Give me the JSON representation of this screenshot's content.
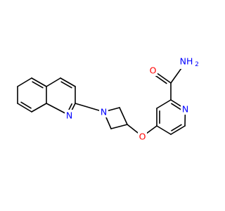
{
  "atoms": {
    "n_quinoline": {
      "label": "N",
      "color": "#0000FF"
    },
    "n_azetidine": {
      "label": "N",
      "color": "#0000FF"
    },
    "o_ether": {
      "label": "O",
      "color": "#FF0000"
    },
    "n_pyridine": {
      "label": "N",
      "color": "#0000FF"
    },
    "o_carbonyl": {
      "label": "O",
      "color": "#FF0000"
    },
    "nh2": {
      "label": "NH",
      "subscript": "2",
      "color": "#0000FF"
    }
  }
}
